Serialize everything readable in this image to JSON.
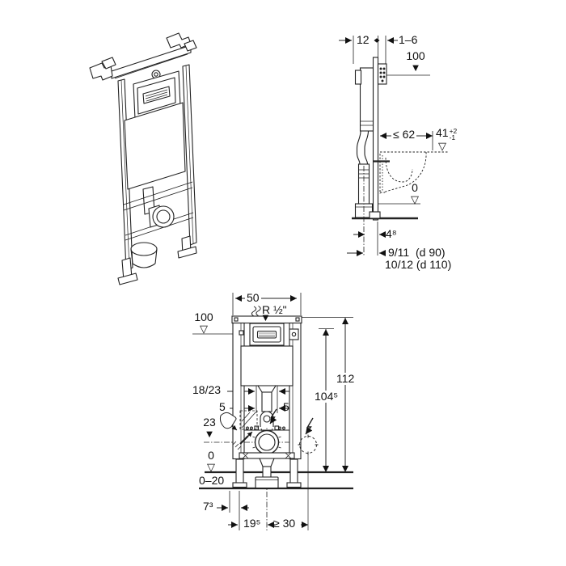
{
  "glyphs": {
    "filled_marker": "▼",
    "open_marker": "▽"
  },
  "side_view": {
    "frame_depth": "12",
    "wall_finish_range": "1–6",
    "level_100": "100",
    "max_dim": "≤ 62",
    "bowl_h_main": "41",
    "bowl_h_sup": "+2",
    "bowl_h_sub": "-1",
    "level_0": "0",
    "dim_48": "4⁸",
    "drain_d90": "9/11  (d 90)",
    "drain_d110": "10/12 (d 110)"
  },
  "front_view": {
    "frame_width": "50",
    "water_conn": "R ½\"",
    "level_100": "100",
    "total_h": "112",
    "plate_h": "104⁵",
    "pipe_depth": "18/23",
    "offset_5l": "5",
    "offset_5r": "5",
    "outlet_h": "23",
    "level_0": "0",
    "floor_range": "0–20",
    "dim_73": "7³",
    "dim_195": "19⁵",
    "dim_30": "≥ 30"
  }
}
